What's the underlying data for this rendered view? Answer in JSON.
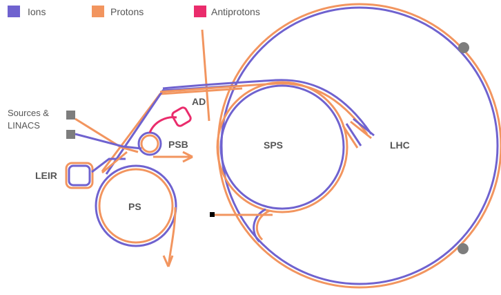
{
  "legend": {
    "ions": "Ions",
    "protons": "Protons",
    "antiprotons": "Antiprotons"
  },
  "colors": {
    "ions": "#6f62cf",
    "protons": "#f2955f",
    "antiprotons": "#ea2c6c",
    "marker": "#7d7d7d",
    "text": "#555555"
  },
  "labels": {
    "ad": "AD",
    "psb": "PSB",
    "sps": "SPS",
    "lhc": "LHC",
    "ps": "PS",
    "leir": "LEIR",
    "sources_line1": "Sources &",
    "sources_line2": "LINACS"
  }
}
